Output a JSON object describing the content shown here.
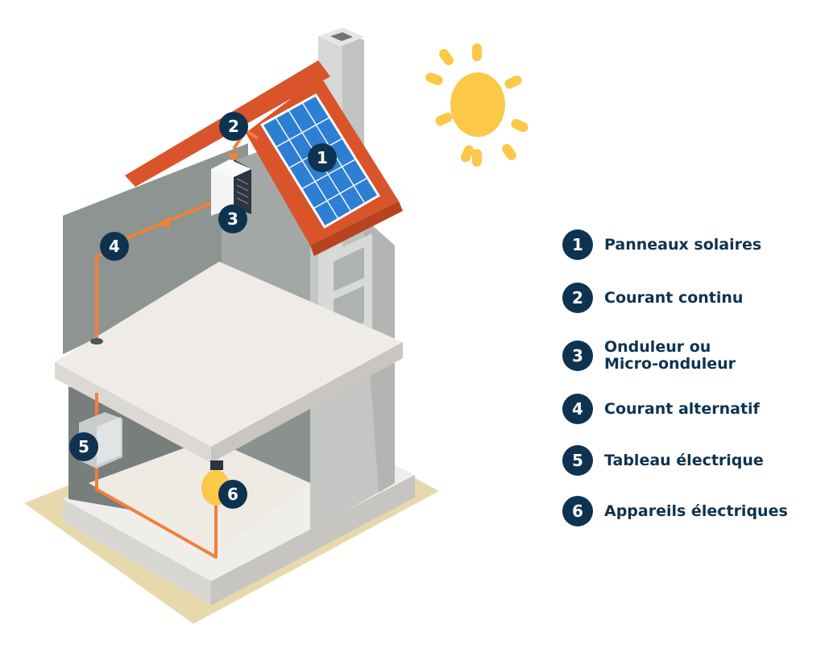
{
  "colors": {
    "navy": "#0e3350",
    "orange": "#f0803a",
    "roof": "#d9542a",
    "panel": "#2d7fd3",
    "sun": "#fbc848",
    "wall": "#bcbfbd",
    "floor": "#eeebe7",
    "ground": "#e8d9ac"
  },
  "badges": [
    "1",
    "2",
    "3",
    "4",
    "5",
    "6"
  ],
  "legend": [
    {
      "num": "1",
      "label": "Panneaux solaires"
    },
    {
      "num": "2",
      "label": "Courant continu"
    },
    {
      "num": "3",
      "label": "Onduleur ou\nMicro-onduleur"
    },
    {
      "num": "4",
      "label": "Courant alternatif"
    },
    {
      "num": "5",
      "label": "Tableau électrique"
    },
    {
      "num": "6",
      "label": "Appareils électriques"
    }
  ]
}
